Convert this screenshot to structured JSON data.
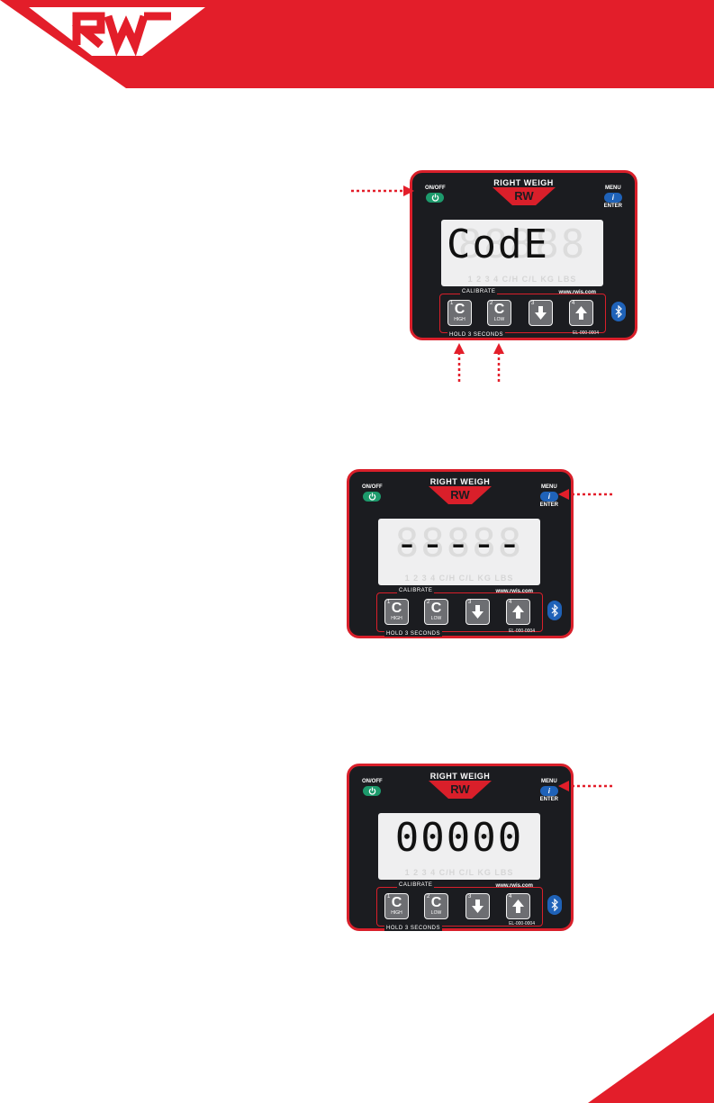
{
  "brand": {
    "logo": "RW",
    "name": "RIGHT WEIGH",
    "website": "www.rwis.com",
    "part_code": "EL-000-0004"
  },
  "controls": {
    "onoff_label": "ON/OFF",
    "menu_label": "MENU",
    "enter_label": "ENTER",
    "info_glyph": "i",
    "calibrate_label": "CALIBRATE",
    "hold_label": "HOLD 3 SECONDS",
    "buttons": [
      {
        "num": "1",
        "letter": "C",
        "sub": "HIGH"
      },
      {
        "num": "2",
        "letter": "C",
        "sub": "LOW"
      },
      {
        "num": "3",
        "icon": "arrow-down-icon"
      },
      {
        "num": "4",
        "icon": "arrow-up-icon"
      }
    ]
  },
  "lcd": {
    "ghost_digits": "88888",
    "indicators": "1 2 3 4   C/H  C/L   KG LBS"
  },
  "panels": [
    {
      "reading": "CodE"
    },
    {
      "reading": "-----"
    },
    {
      "reading": "00000"
    }
  ],
  "colors": {
    "accent_red": "#e31e2a",
    "panel_bg": "#1b1c20",
    "onoff_green": "#1d9a6c",
    "menu_blue": "#1f62b8"
  }
}
